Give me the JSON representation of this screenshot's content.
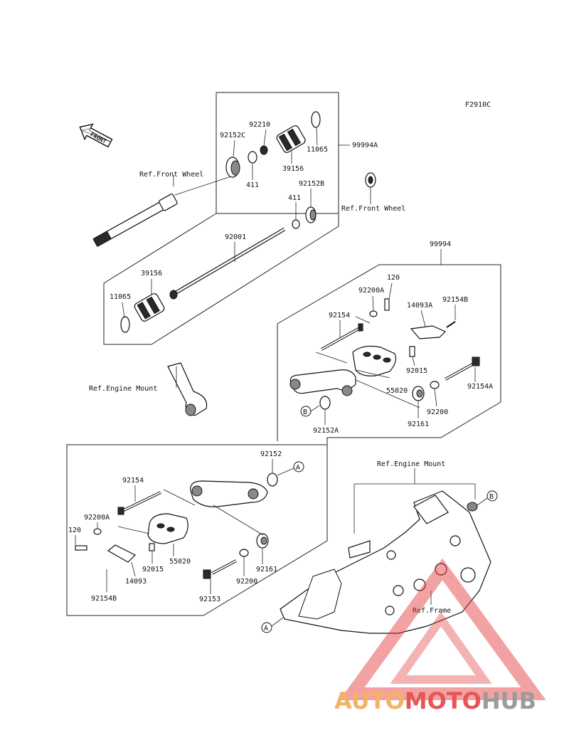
{
  "diagram": {
    "code": "F2910C",
    "front_label": "FRONT",
    "brand": {
      "part1": "AUTO",
      "part2": "MOTO",
      "part3": "HUB",
      "color_orange": "#f3a64a",
      "color_red": "#e2393a",
      "color_gray": "#8a8a8a"
    }
  },
  "labels": {
    "kit_top": "99994A",
    "kit_mid": "99994",
    "p92210": "92210",
    "p92152C": "92152C",
    "p11065_top": "11065",
    "p39156_top": "39156",
    "p411_top": "411",
    "ref_front_wheel_l": "Ref.Front Wheel",
    "ref_front_wheel_r": "Ref.Front Wheel",
    "p411_mid": "411",
    "p92152B": "92152B",
    "p92001": "92001",
    "p39156_low": "39156",
    "p11065_low": "11065",
    "p120_r": "120",
    "p92200A_r": "92200A",
    "p14093A": "14093A",
    "p92154B_r": "92154B",
    "p92154_r": "92154",
    "p92015_r": "92015",
    "p55020_r": "55020",
    "p92154A": "92154A",
    "p92200_r": "92200",
    "p92161_r": "92161",
    "p92152A": "92152A",
    "ref_engine_mount_l": "Ref.Engine Mount",
    "ref_engine_mount_r": "Ref.Engine Mount",
    "p92152_l": "92152",
    "p92154_l": "92154",
    "p92200A_l": "92200A",
    "p120_l": "120",
    "p55020_l": "55020",
    "p92015_l": "92015",
    "p14093": "14093",
    "p92154B_l": "92154B",
    "p92161_l": "92161",
    "p92200_l": "92200",
    "p92153": "92153",
    "ref_frame": "Ref.Frame",
    "marker_a": "A",
    "marker_b": "B"
  }
}
